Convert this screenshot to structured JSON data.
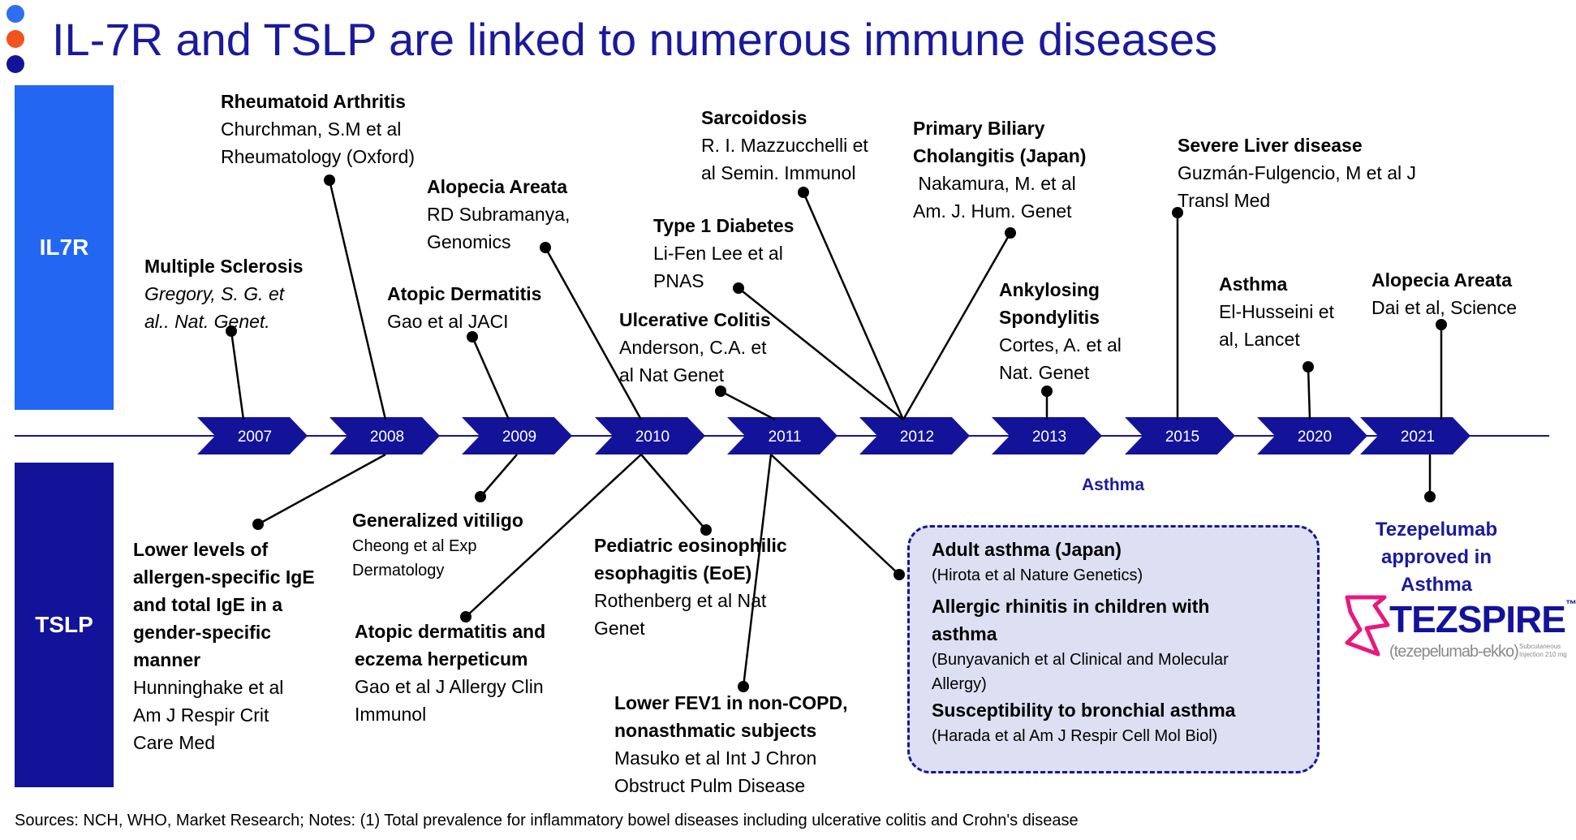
{
  "title": "IL-7R and TSLP are linked to numerous immune diseases",
  "colors": {
    "title": "#1a1a9c",
    "il7r_band": "#2366f2",
    "tslp_band": "#13139a",
    "arrow": "#13139a",
    "box_bg": "#dde0f2",
    "logo_pink": "#e8197d"
  },
  "bands": {
    "il7r": "IL7R",
    "tslp": "TSLP"
  },
  "years": [
    "2007",
    "2008",
    "2009",
    "2010",
    "2011",
    "2012",
    "2013",
    "2015",
    "2020",
    "2021"
  ],
  "il7r_events": [
    {
      "heading": "Rheumatoid Arthritis",
      "lines": [
        "Churchman, S.M et al",
        "Rheumatology (Oxford)"
      ]
    },
    {
      "heading": "Multiple Sclerosis",
      "lines": [
        "Gregory, S. G. et",
        "al.. Nat. Genet."
      ]
    },
    {
      "heading": "Alopecia Areata",
      "lines": [
        "RD Subramanya,",
        "Genomics"
      ]
    },
    {
      "heading": "Atopic Dermatitis",
      "lines": [
        "Gao et al JACI"
      ]
    },
    {
      "heading": "Sarcoidosis",
      "lines": [
        "R. I. Mazzucchelli et",
        "al Semin. Immunol"
      ]
    },
    {
      "heading": "Type 1 Diabetes",
      "lines": [
        "Li-Fen Lee et al",
        "PNAS"
      ]
    },
    {
      "heading": "Ulcerative Colitis",
      "lines": [
        "Anderson, C.A. et",
        "al Nat Genet"
      ]
    },
    {
      "heading": "Primary Biliary",
      "heading2": "Cholangitis (Japan)",
      "lines": [
        " Nakamura, M. et al",
        "Am. J. Hum. Genet"
      ]
    },
    {
      "heading": "Ankylosing",
      "heading2": "Spondylitis",
      "lines": [
        "Cortes, A. et al",
        "Nat. Genet"
      ]
    },
    {
      "heading": "Severe Liver disease",
      "lines": [
        "Guzmán-Fulgencio, M et al J",
        "Transl Med"
      ]
    },
    {
      "heading": "Asthma",
      "lines": [
        "El-Husseini et",
        "al, Lancet"
      ]
    },
    {
      "heading": "Alopecia Areata",
      "lines": [
        "Dai et al, Science"
      ]
    }
  ],
  "tslp_events": [
    {
      "heading_lines": [
        "Lower levels of",
        "allergen-specific IgE",
        "and total IgE in a",
        "gender-specific",
        "manner"
      ],
      "lines": [
        "Hunninghake et al",
        "Am J Respir Crit",
        "Care Med"
      ]
    },
    {
      "heading": "Generalized vitiligo",
      "lines": [
        "Cheong et al Exp",
        "Dermatology"
      ]
    },
    {
      "heading_lines": [
        "Atopic dermatitis and",
        "eczema herpeticum"
      ],
      "lines": [
        "Gao et al J Allergy Clin",
        "Immunol"
      ]
    },
    {
      "heading_lines": [
        "Pediatric eosinophilic",
        "esophagitis (EoE)"
      ],
      "lines": [
        "Rothenberg et al Nat",
        "Genet"
      ]
    },
    {
      "heading_lines": [
        "Lower FEV1 in non-COPD,",
        "nonasthmatic subjects"
      ],
      "lines": [
        "Masuko et al Int J Chron",
        "Obstruct Pulm Disease"
      ]
    }
  ],
  "asthma_label": "Asthma",
  "box": {
    "item1_heading": "Adult asthma (Japan)",
    "item1_ref": "(Hirota et al Nature Genetics)",
    "item2_heading_lines": [
      "Allergic rhinitis in children with",
      "asthma"
    ],
    "item2_ref_lines": [
      "(Bunyavanich et al Clinical and Molecular",
      "Allergy)"
    ],
    "item3_heading": "Susceptibility to bronchial asthma",
    "item3_ref": "(Harada et al Am J Respir Cell Mol Biol)"
  },
  "approval": [
    "Tezepelumab",
    "approved in",
    "Asthma"
  ],
  "logo": {
    "brand": "TEZSPIRE",
    "tm": "™",
    "generic": "(tezepelumab-ekko)",
    "route_lines": [
      "Subcutaneous",
      "Injection 210 mg"
    ]
  },
  "footer": "Sources: NCH, WHO, Market Research; Notes: (1) Total prevalence for inflammatory bowel diseases including ulcerative colitis and Crohn's disease"
}
